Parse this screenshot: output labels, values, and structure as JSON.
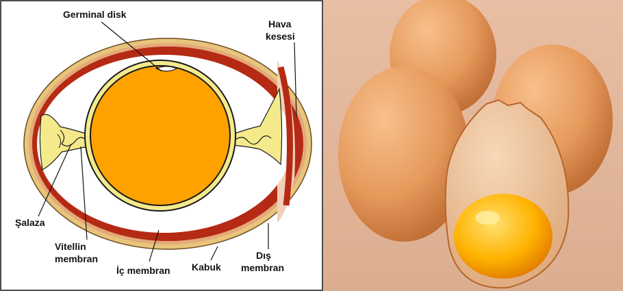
{
  "diagram": {
    "labels": {
      "germinal_disk": "Germinal disk",
      "hava_kesesi_line1": "Hava",
      "hava_kesesi_line2": "kesesi",
      "salaza": "Şalaza",
      "vitellin_line1": "Vitellin",
      "vitellin_line2": "membran",
      "ic_membran": "İç membran",
      "kabuk": "Kabuk",
      "dis_membran_line1": "Dış",
      "dis_membran_line2": "membran"
    }
  },
  "colors": {
    "shell": "#e8c47c",
    "inner_membrane": "#b52a14",
    "albumen": "#ffffff",
    "chalaza": "#f4ea8c",
    "yolk": "#ffa200",
    "yolk_outline": "#1a1a1a",
    "photo_background": "#e4b89f",
    "egg_shell_photo": "#e69a5c",
    "photo_yolk": "#ffb300"
  }
}
